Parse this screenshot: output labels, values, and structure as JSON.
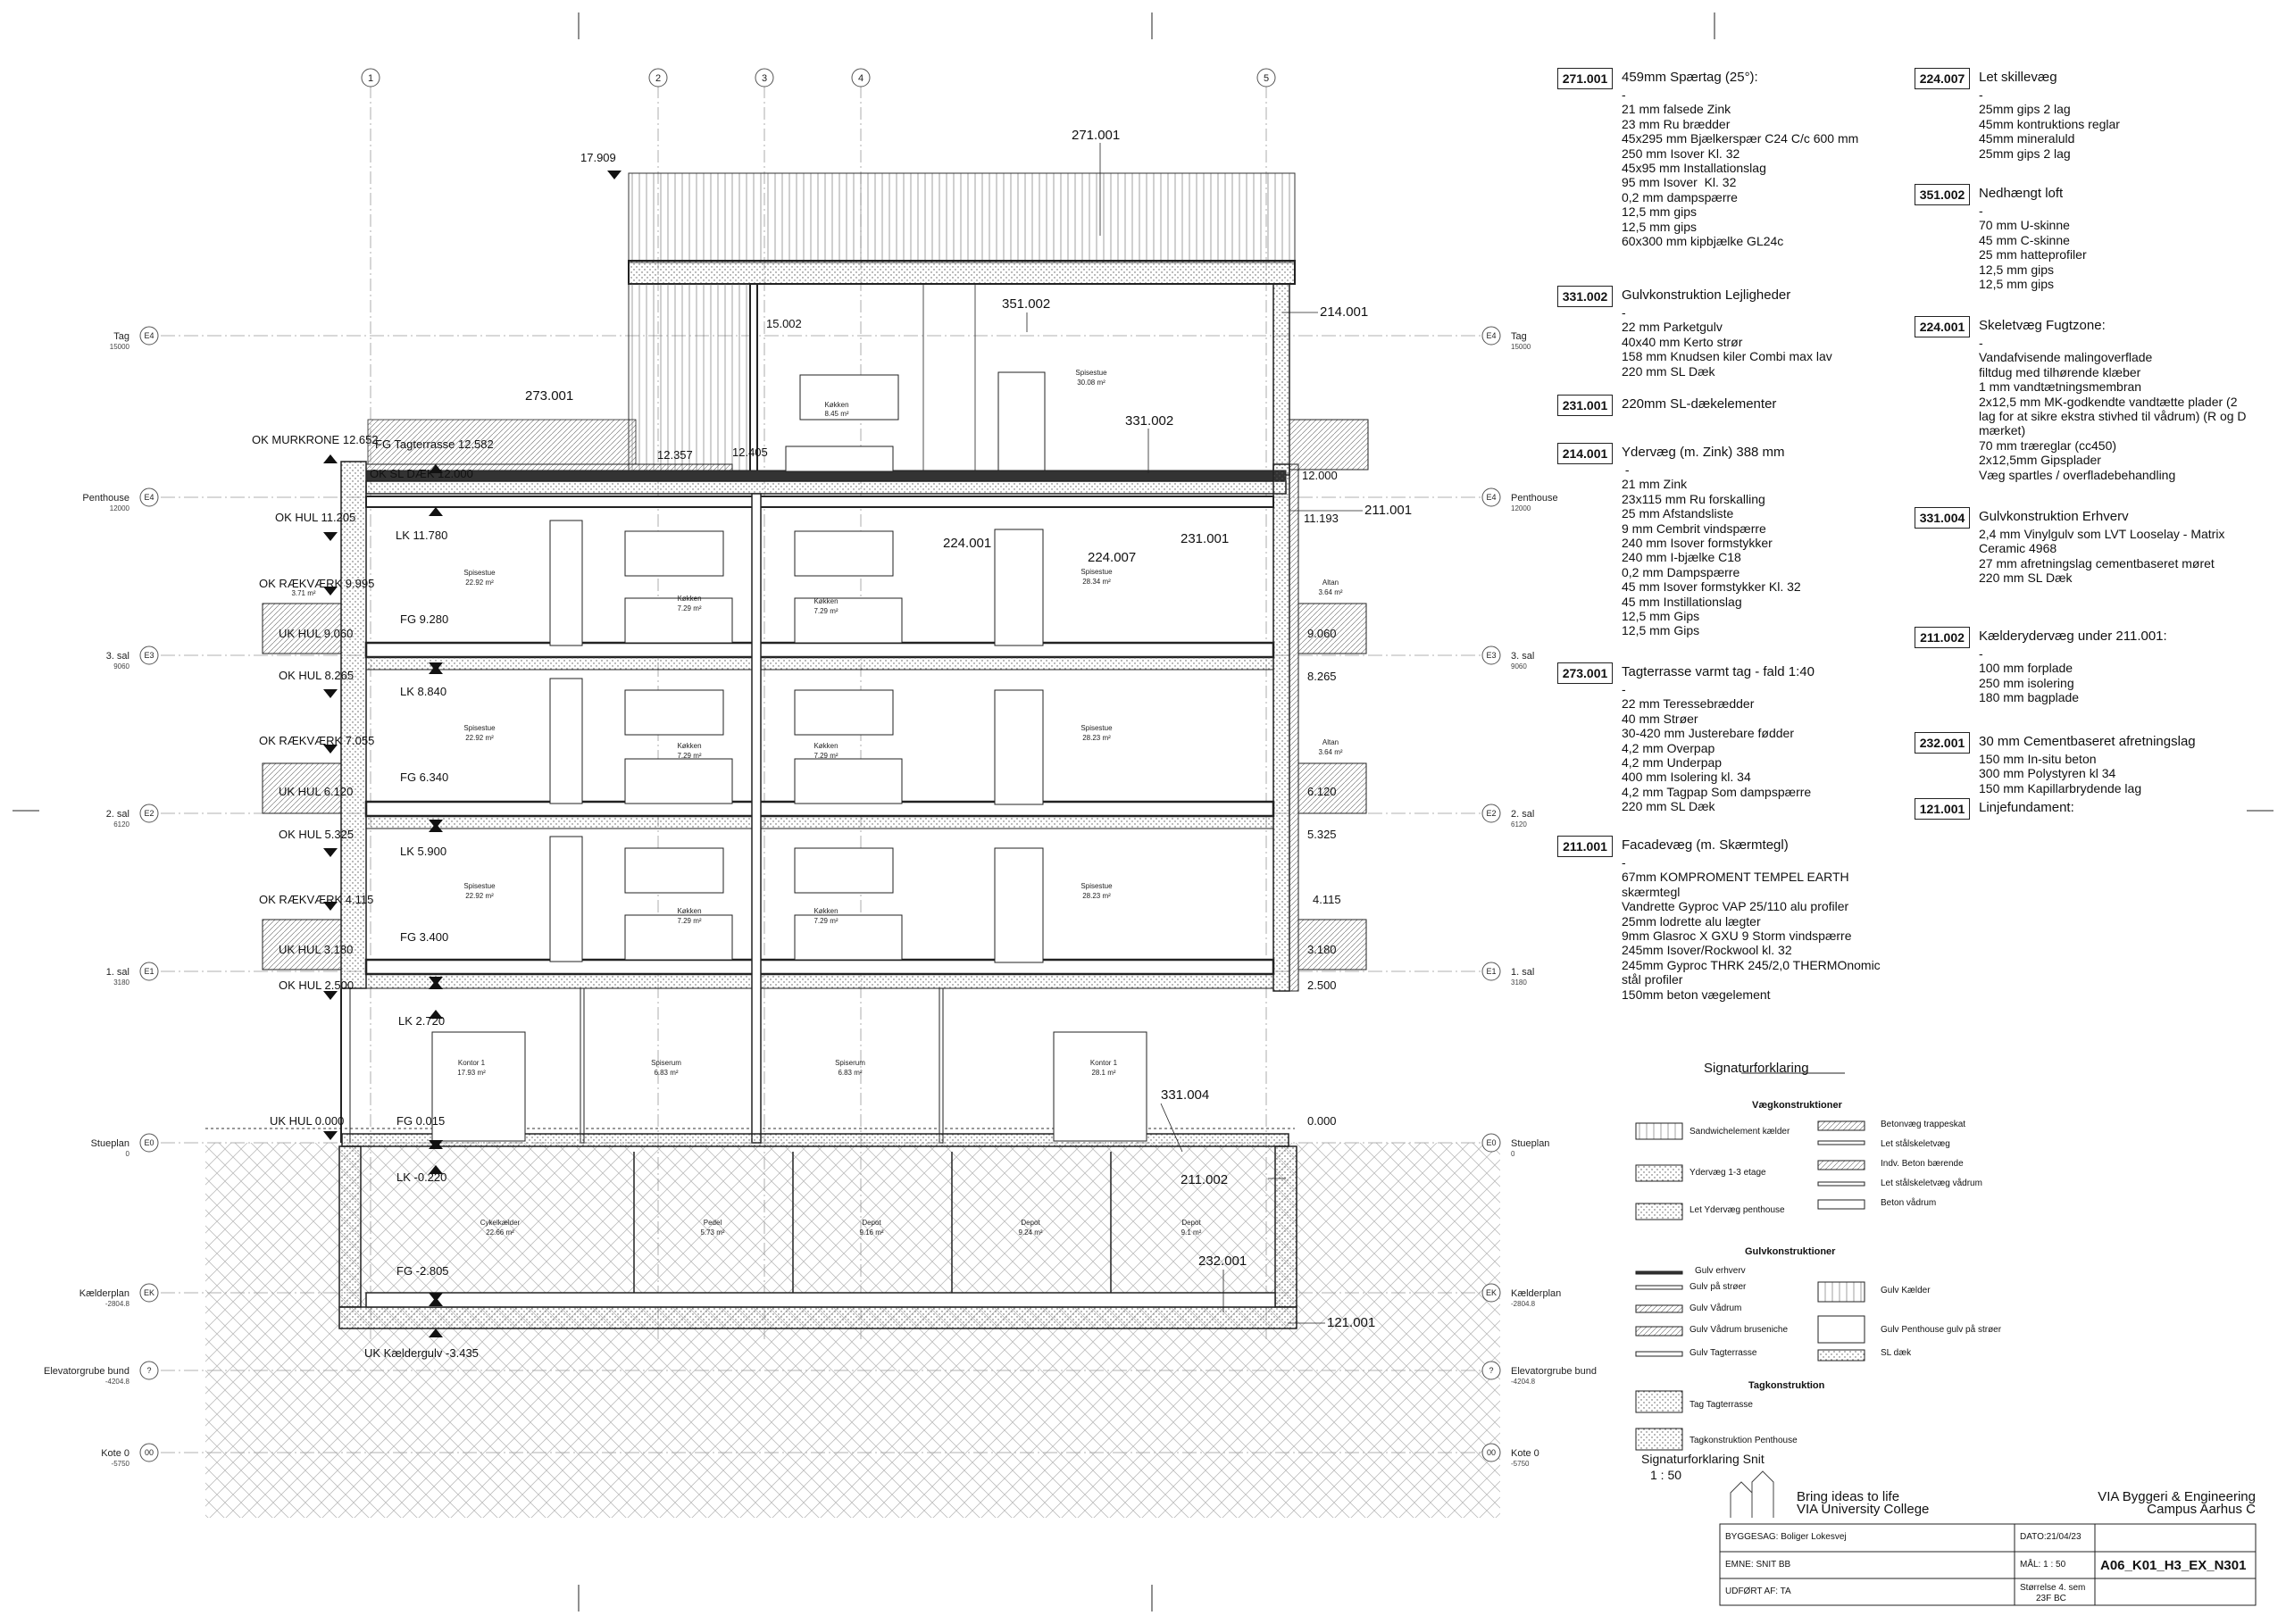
{
  "title_block": {
    "brand_line1": "Bring ideas to life",
    "brand_line2": "VIA University College",
    "org_line1": "VIA Byggeri & Engineering",
    "org_line2": "Campus Aarhus C",
    "byggesag": "BYGGESAG: Boliger Lokesvej",
    "emne": "EMNE: SNIT BB",
    "udfoert": "UDFØRT AF: TA",
    "dato": "DATO:21/04/23",
    "maal": "MÅL:  1 : 50",
    "stoerrelse": "Størrelse  4. sem",
    "stoerrelse2": "23F BC",
    "drawing_no": "A06_K01_H3_EX_N301"
  },
  "legend": {
    "title": "Signaturforklaring",
    "wall_heading": "Vægkonstruktioner",
    "wall_items": [
      "Sandwichelement kælder",
      "Ydervæg 1-3 etage",
      "Let Ydervæg penthouse"
    ],
    "wall_items_right": [
      "Betonvæg trappeskat",
      "Let stålskeletvæg",
      "Indv. Beton bærende",
      "Let stålskeletvæg vådrum",
      "Beton vådrum"
    ],
    "floor_heading": "Gulvkonstruktioner",
    "floor_items": [
      "Gulv erhverv",
      "Gulv på strøer",
      "Gulv Vådrum",
      "Gulv Vådrum bruseniche",
      "Gulv Tagterrasse"
    ],
    "floor_items_right": [
      "Gulv Kælder",
      "Gulv Penthouse gulv på strøer",
      "SL dæk"
    ],
    "roof_heading": "Tagkonstruktion",
    "roof_items": [
      "Tag Tagterrasse",
      "Tagkonstruktion Penthouse"
    ],
    "section_title": "Signaturforklaring Snit",
    "section_scale": "1 : 50"
  },
  "specs_left": [
    {
      "code": "271.001",
      "title": "459mm Spærtag (25°):",
      "lines": "-\n21 mm falsede Zink\n23 mm Ru brædder\n45x295 mm Bjælkerspær C24 C/c 600 mm\n250 mm Isover Kl. 32\n45x95 mm Installationslag\n95 mm Isover  Kl. 32\n0,2 mm dampspærre\n12,5 mm gips\n12,5 mm gips\n60x300 mm kipbjælke GL24c"
    },
    {
      "code": "331.002",
      "title": "Gulvkonstruktion Lejligheder",
      "lines": "-\n22 mm Parketgulv\n40x40 mm Kerto strør\n158 mm Knudsen kiler Combi max lav\n220 mm SL Dæk"
    },
    {
      "code": "231.001",
      "title": "220mm SL-dækelementer",
      "lines": ""
    },
    {
      "code": "214.001",
      "title": "Ydervæg (m. Zink) 388 mm",
      "lines": " -\n21 mm Zink\n23x115 mm Ru forskalling\n25 mm Afstandsliste\n9 mm Cembrit vindspærre\n240 mm Isover formstykker\n240 mm I-bjælke C18\n0,2 mm Dampspærre\n45 mm Isover formstykker Kl. 32\n45 mm Instillationslag\n12,5 mm Gips\n12,5 mm Gips"
    },
    {
      "code": "273.001",
      "title": "Tagterrasse varmt tag - fald 1:40",
      "lines": "-\n22 mm Teressebrædder\n40 mm Strøer\n30-420 mm Justerebare fødder\n4,2 mm Overpap\n4,2 mm Underpap\n400 mm Isolering kl. 34\n4,2 mm Tagpap Som dampspærre\n220 mm SL Dæk"
    },
    {
      "code": "211.001",
      "title": "Facadevæg (m. Skærmtegl)",
      "lines": "-\n67mm KOMPROMENT TEMPEL EARTH\nskærmtegl\nVandrette Gyproc VAP 25/110 alu profiler\n25mm lodrette alu lægter\n9mm Glasroc X GXU 9 Storm vindspærre\n245mm Isover/Rockwool kl. 32\n245mm Gyproc THRK 245/2,0 THERMOnomic\nstål profiler\n150mm beton vægelement"
    }
  ],
  "specs_right": [
    {
      "code": "224.007",
      "title": "Let skillevæg",
      "lines": "-\n25mm gips 2 lag\n45mm kontruktions reglar\n45mm mineraluld\n25mm gips 2 lag"
    },
    {
      "code": "351.002",
      "title": "Nedhængt loft",
      "lines": "-\n70 mm U-skinne\n45 mm C-skinne\n25 mm hatteprofiler\n12,5 mm gips\n12,5 mm gips"
    },
    {
      "code": "224.001",
      "title": "Skeletvæg Fugtzone:",
      "lines": "-\nVandafvisende malingoverflade\nfiltdug med tilhørende klæber\n1 mm vandtætningsmembran\n2x12,5 mm MK-godkendte vandtætte plader (2\nlag for at sikre ekstra stivhed til vådrum) (R og D\nmærket)\n70 mm træreglar (cc450)\n2x12,5mm Gipsplader\nVæg spartles / overfladebehandling"
    },
    {
      "code": "331.004",
      "title": "Gulvkonstruktion Erhverv",
      "lines": "2,4 mm Vinylgulv som LVT Looselay - Matrix\nCeramic 4968\n27 mm afretningslag cementbaseret møret\n220 mm SL Dæk"
    },
    {
      "code": "211.002",
      "title": "Kælderydervæg under 211.001:",
      "lines": "-\n100 mm forplade\n250 mm isolering\n180 mm bagplade"
    },
    {
      "code": "232.001",
      "title": "30 mm Cementbaseret afretningslag",
      "lines": "150 mm In-situ beton\n300 mm Polystyren kl 34\n150 mm Kapillarbrydende lag"
    },
    {
      "code": "121.001",
      "title": "Linjefundament:",
      "lines": ""
    }
  ],
  "grid_labels": [
    "1",
    "2",
    "3",
    "4",
    "5"
  ],
  "levels_left": [
    {
      "name": "Tag",
      "value": "15000",
      "tag": "E4"
    },
    {
      "name": "Penthouse",
      "value": "12000",
      "tag": "E4"
    },
    {
      "name": "3. sal",
      "value": "9060",
      "tag": "E3"
    },
    {
      "name": "2. sal",
      "value": "6120",
      "tag": "E2"
    },
    {
      "name": "1. sal",
      "value": "3180",
      "tag": "E1"
    },
    {
      "name": "Stueplan",
      "value": "0",
      "tag": "E0"
    },
    {
      "name": "Kælderplan",
      "value": "-2804.8",
      "tag": "EK"
    },
    {
      "name": "Elevatorgrube bund",
      "value": "-4204.8",
      "tag": "?"
    },
    {
      "name": "Kote 0",
      "value": "-5750",
      "tag": "00"
    }
  ],
  "elevations": {
    "top": "17.909",
    "ok_murkrone": "OK MURKRONE 12.652",
    "fg_tagterrasse": "FG Tagterrasse 12.582",
    "ok_sl_daek": "OK SL DÆK 12.000",
    "e12357": "12.357",
    "e12405": "12.405",
    "e15002": "15.002",
    "ok_hul_11205": "OK HUL 11.205",
    "lk_11780": "LK 11.780",
    "ok_raekvaerk_9995": "OK RÆKVÆRK 9.995",
    "fg_9280": "FG 9.280",
    "uk_hul_9060": "UK HUL 9.060",
    "ok_hul_8265": "OK HUL 8.265",
    "lk_8840": "LK 8.840",
    "ok_raekvaerk_7055": "OK RÆKVÆRK 7.055",
    "fg_6340": "FG 6.340",
    "uk_hul_6120": "UK HUL 6.120",
    "ok_hul_5325": "OK HUL 5.325",
    "lk_5900": "LK 5.900",
    "ok_raekvaerk_4115": "OK RÆKVÆRK 4.115",
    "fg_3400": "FG 3.400",
    "uk_hul_3180": "UK HUL 3.180",
    "ok_hul_2500": "OK HUL 2.500",
    "lk_2720": "LK 2.720",
    "uk_hul_0000": "UK HUL 0.000",
    "fg_0015": "FG 0.015",
    "lk_m0220": "LK -0.220",
    "fg_m2805": "FG -2.805",
    "uk_kaeldergulv": "UK Kældergulv -3.435",
    "r12000": "12.000",
    "r11193": "11.193",
    "r9060": "9.060",
    "r8265": "8.265",
    "r6120": "6.120",
    "r5325": "5.325",
    "r4115": "4.115",
    "r3180": "3.180",
    "r2500": "2.500",
    "r0000": "0.000"
  },
  "callouts": {
    "c271001": "271.001",
    "c273001": "273.001",
    "c351002": "351.002",
    "c214001": "214.001",
    "c331002": "331.002",
    "c211001": "211.001",
    "c224001": "224.001",
    "c224007": "224.007",
    "c231001": "231.001",
    "c331004": "331.004",
    "c211002": "211.002",
    "c232001": "232.001",
    "c121001": "121.001"
  },
  "rooms": {
    "pent_kitchen": "Køkken",
    "pent_kitchen_a": "8.45 m²",
    "pent_spise": "Spisestue",
    "pent_spise_a": "30.08 m²",
    "spise_l": "Spisestue",
    "spise_l_a": "22.92 m²",
    "kok": "Køkken",
    "kok_a": "7.29 m²",
    "spise_r3": "Spisestue",
    "spise_r3_a": "28.34 m²",
    "spise_r": "Spisestue",
    "spise_r_a": "28.23 m²",
    "altan": "Altan",
    "altan_a": "3.64 m²",
    "altan_l": "3.71 m²",
    "kontor1": "Kontor 1",
    "kontor1_a": "17.93 m²",
    "spiserum": "Spiserum",
    "spiserum_a": "6.83 m²",
    "kontor2": "Kontor 1",
    "kontor2_a": "28.1 m²",
    "cykel": "Cykelkælder",
    "cykel_a": "22.66 m²",
    "pedel": "Pedel",
    "pedel_a": "5.73 m²",
    "depot1": "Depot",
    "depot1_a": "9.16 m²",
    "depot2": "Depot",
    "depot2_a": "9.24 m²",
    "depot3": "Depot",
    "depot3_a": "9.1 m²"
  }
}
